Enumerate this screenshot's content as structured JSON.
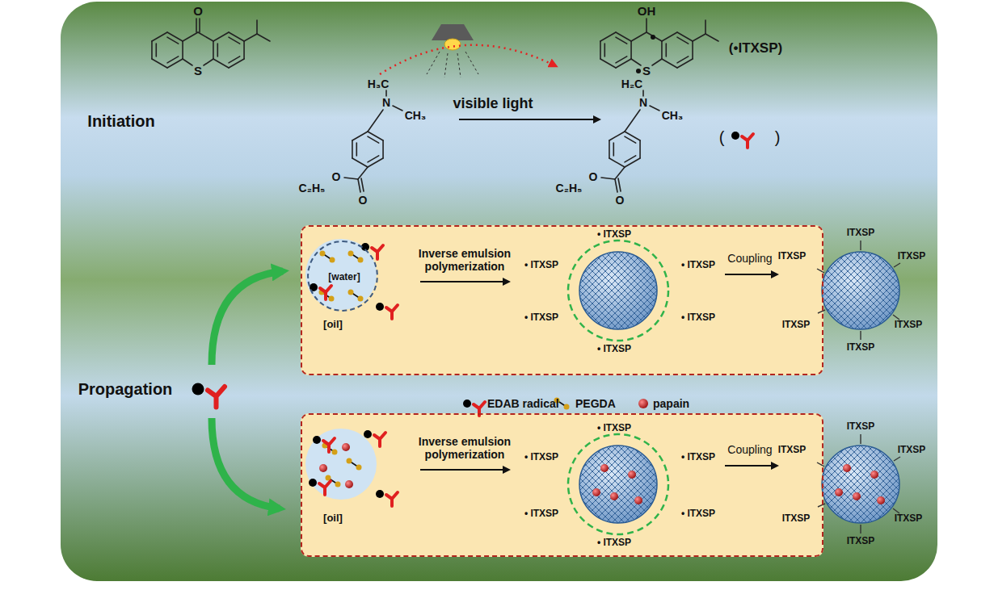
{
  "diagram": {
    "nodes": [
      {
        "text": [
          "[oil]",
          "Inverse emulsion polymerization",
          "• ITXSP",
          "• ITXSP",
          "• ITXSP",
          "• ITXSP",
          "• ITXSP",
          "• ITXSP"
        ]
      },
      {
        "text": [
          "[water]"
        ],
        "in": 0
      },
      {
        "text": [
          "[oil]",
          "Inverse emulsion polymerization",
          "• ITXSP",
          "• ITXSP",
          "• ITXSP",
          "• ITXSP",
          "• ITXSP",
          "• ITXSP"
        ]
      }
    ],
    "labels": [
      "Initiation",
      "O",
      "S",
      "OH",
      "S",
      "(•ITXSP)",
      "visible light",
      "H₃C",
      "N",
      "CH₃",
      "C₂H₅",
      "O",
      "O",
      "H₂C",
      "N",
      "CH₃",
      "C₂H₅",
      "O",
      "O",
      "(",
      ")",
      "Propagation",
      "Coupling",
      "ITXSP",
      "ITXSP",
      "ITXSP",
      "ITXSP",
      "ITXSP",
      "ITXSP",
      "Coupling",
      "ITXSP",
      "ITXSP",
      "ITXSP",
      "ITXSP",
      "ITXSP",
      "ITXSP"
    ],
    "legend": [
      {
        "text": "EDAB radical"
      },
      {
        "text": "PEGDA"
      },
      {
        "text": "papain"
      }
    ]
  }
}
